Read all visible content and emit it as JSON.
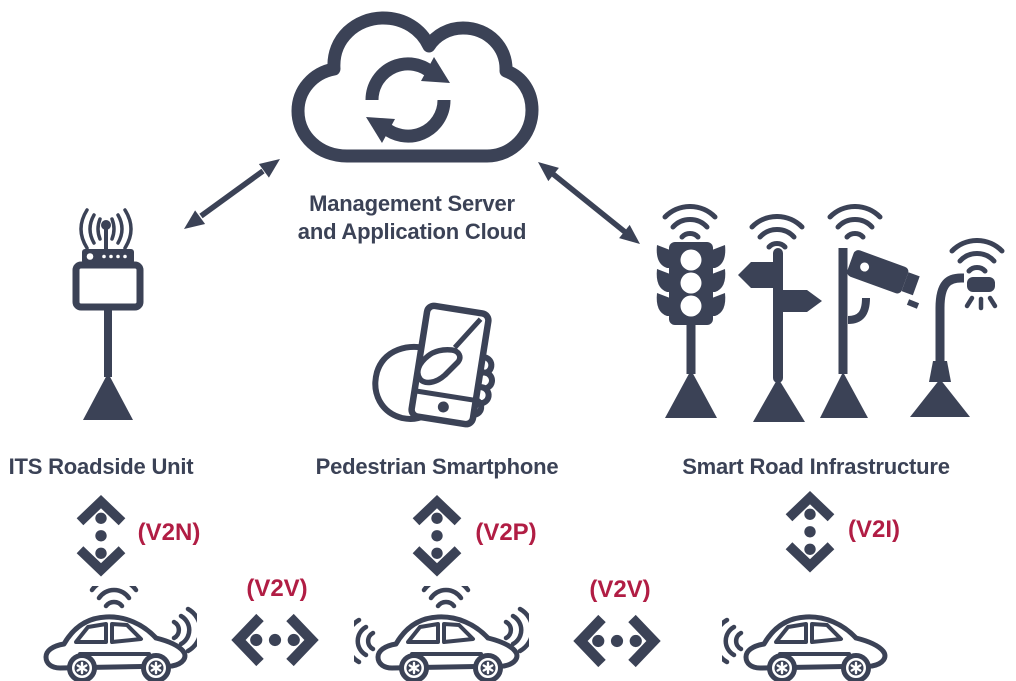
{
  "colors": {
    "ink": "#3B4256",
    "accent": "#B11D44",
    "background": "#FFFFFF"
  },
  "cloud": {
    "icon": "cloud-sync-icon",
    "label_line1": "Management Server",
    "label_line2": "and Application Cloud"
  },
  "nodes": {
    "roadside_unit": {
      "label": "ITS Roadside Unit",
      "link_label": "(V2N)"
    },
    "pedestrian": {
      "label": "Pedestrian Smartphone",
      "link_label": "(V2P)"
    },
    "infrastructure": {
      "label": "Smart Road Infrastructure",
      "link_label": "(V2I)"
    }
  },
  "v2v_links": [
    {
      "label": "(V2V)"
    },
    {
      "label": "(V2V)"
    }
  ]
}
